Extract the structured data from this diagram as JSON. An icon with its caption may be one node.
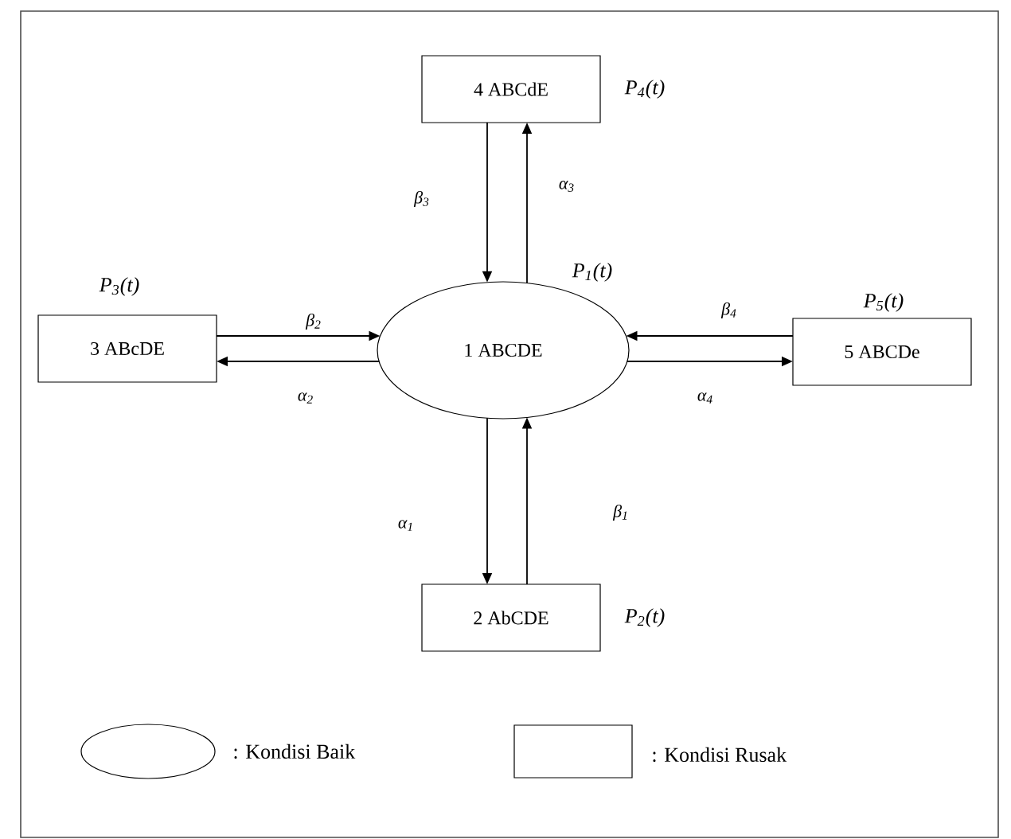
{
  "diagram": {
    "nodes": [
      {
        "text": [
          "1 ABCDE"
        ],
        "beside": [
          "P$_{1}$(t)"
        ]
      },
      {
        "text": [
          "2 AbCDE"
        ],
        "beside": [
          "P$_{2}$(t)"
        ]
      },
      {
        "text": [
          "3 ABcDE"
        ],
        "beside": [
          "P$_{3}$(t)"
        ]
      },
      {
        "text": [
          "4 ABCdE"
        ],
        "beside": [
          "P$_{4}$(t)"
        ]
      },
      {
        "text": [
          "5 ABCDe"
        ],
        "beside": [
          "P$_{5}$(t)"
        ]
      }
    ],
    "edges": [
      {
        "from": 0,
        "to": 1,
        "arrow": "to",
        "label": "α$_{1}$"
      },
      {
        "from": 1,
        "to": 0,
        "arrow": "to",
        "label": "β$_{1}$"
      },
      {
        "from": 2,
        "to": 0,
        "arrow": "to",
        "label": "β$_{2}$"
      },
      {
        "from": 0,
        "to": 2,
        "arrow": "to",
        "label": "α$_{2}$"
      },
      {
        "from": 3,
        "to": 0,
        "arrow": "to",
        "label": "β$_{3}$"
      },
      {
        "from": 0,
        "to": 3,
        "arrow": "to",
        "label": "α$_{3}$"
      },
      {
        "from": 4,
        "to": 0,
        "arrow": "to",
        "label": "β$_{4}$"
      },
      {
        "from": 0,
        "to": 4,
        "arrow": "to",
        "label": "α$_{4}$"
      }
    ],
    "legend": [
      {
        "text": ": Kondisi Baik"
      },
      {
        "text": ": Kondisi Rusak"
      }
    ]
  }
}
